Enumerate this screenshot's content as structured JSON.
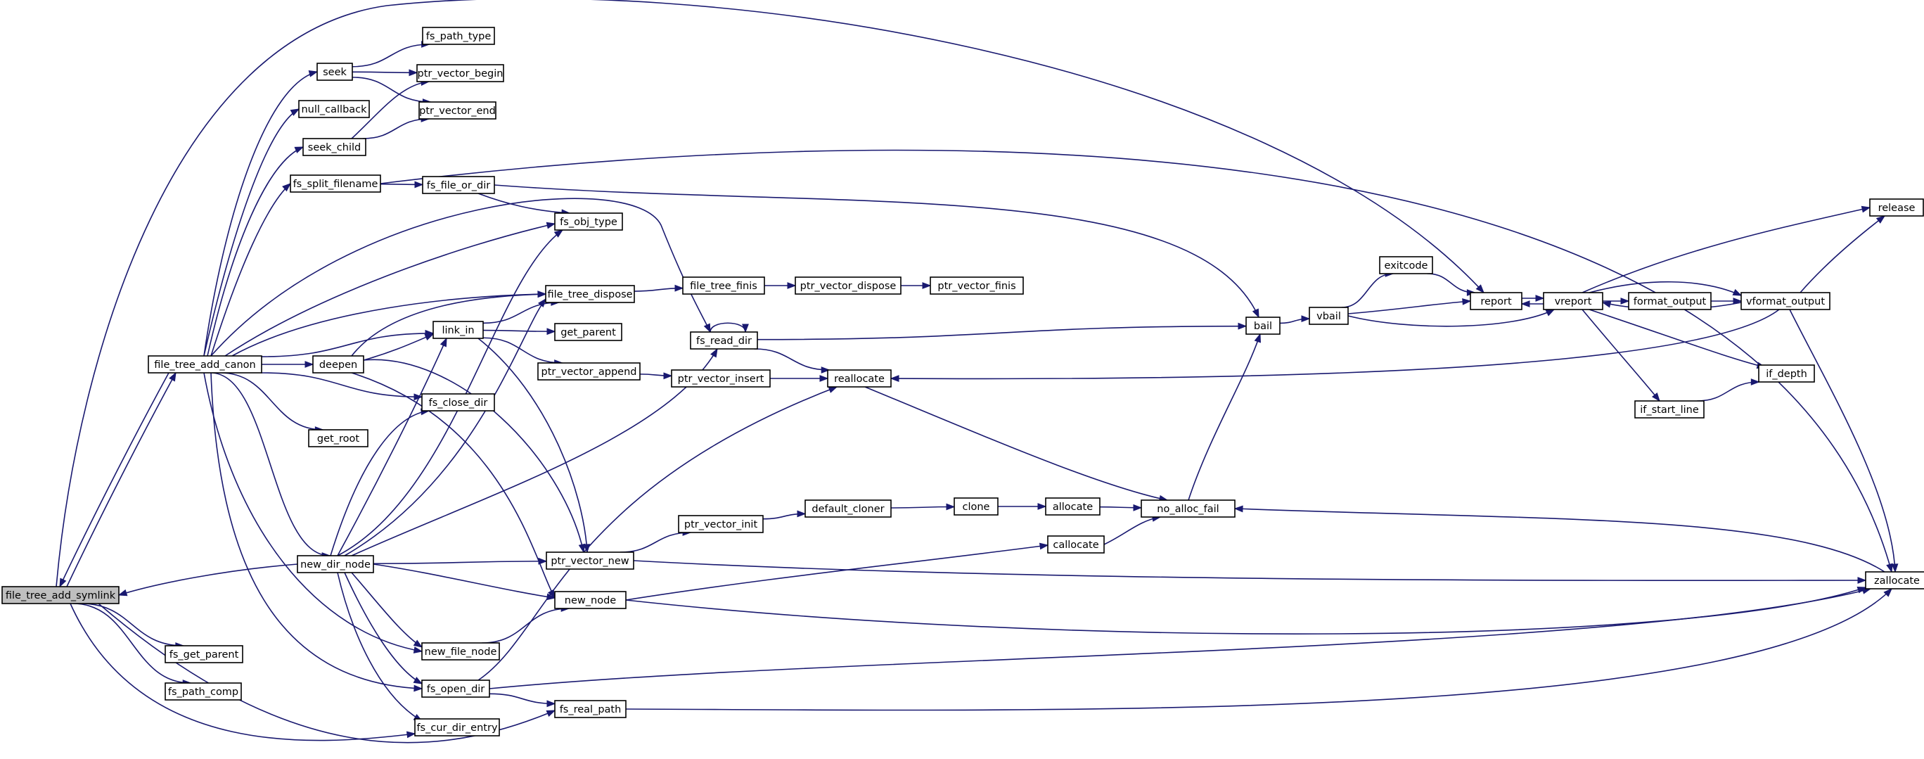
{
  "colors": {
    "edge": "#191970",
    "root_fill": "#bfbfbf",
    "node_fill": "#ffffff",
    "node_border": "#000000"
  },
  "root": "file_tree_add_symlink",
  "nodes": [
    {
      "id": "file_tree_add_symlink",
      "label": "file_tree_add_symlink"
    },
    {
      "id": "file_tree_add_canon",
      "label": "file_tree_add_canon"
    },
    {
      "id": "fs_get_parent",
      "label": "fs_get_parent"
    },
    {
      "id": "fs_path_comp",
      "label": "fs_path_comp"
    },
    {
      "id": "seek",
      "label": "seek"
    },
    {
      "id": "null_callback",
      "label": "null_callback"
    },
    {
      "id": "seek_child",
      "label": "seek_child"
    },
    {
      "id": "fs_split_filename",
      "label": "fs_split_filename"
    },
    {
      "id": "deepen",
      "label": "deepen"
    },
    {
      "id": "get_root",
      "label": "get_root"
    },
    {
      "id": "new_dir_node",
      "label": "new_dir_node"
    },
    {
      "id": "new_file_node",
      "label": "new_file_node"
    },
    {
      "id": "fs_open_dir",
      "label": "fs_open_dir"
    },
    {
      "id": "fs_cur_dir_entry",
      "label": "fs_cur_dir_entry"
    },
    {
      "id": "fs_path_type",
      "label": "fs_path_type"
    },
    {
      "id": "ptr_vector_begin",
      "label": "ptr_vector_begin"
    },
    {
      "id": "ptr_vector_end",
      "label": "ptr_vector_end"
    },
    {
      "id": "fs_file_or_dir",
      "label": "fs_file_or_dir"
    },
    {
      "id": "fs_obj_type",
      "label": "fs_obj_type"
    },
    {
      "id": "file_tree_dispose",
      "label": "file_tree_dispose"
    },
    {
      "id": "link_in",
      "label": "link_in"
    },
    {
      "id": "get_parent",
      "label": "get_parent"
    },
    {
      "id": "ptr_vector_append",
      "label": "ptr_vector_append"
    },
    {
      "id": "fs_close_dir",
      "label": "fs_close_dir"
    },
    {
      "id": "ptr_vector_new",
      "label": "ptr_vector_new"
    },
    {
      "id": "new_node",
      "label": "new_node"
    },
    {
      "id": "fs_real_path",
      "label": "fs_real_path"
    },
    {
      "id": "file_tree_finis",
      "label": "file_tree_finis"
    },
    {
      "id": "fs_read_dir",
      "label": "fs_read_dir"
    },
    {
      "id": "ptr_vector_insert",
      "label": "ptr_vector_insert"
    },
    {
      "id": "ptr_vector_init",
      "label": "ptr_vector_init"
    },
    {
      "id": "ptr_vector_dispose",
      "label": "ptr_vector_dispose"
    },
    {
      "id": "reallocate",
      "label": "reallocate"
    },
    {
      "id": "default_cloner",
      "label": "default_cloner"
    },
    {
      "id": "ptr_vector_finis",
      "label": "ptr_vector_finis"
    },
    {
      "id": "clone",
      "label": "clone"
    },
    {
      "id": "allocate",
      "label": "allocate"
    },
    {
      "id": "callocate",
      "label": "callocate"
    },
    {
      "id": "bail",
      "label": "bail"
    },
    {
      "id": "no_alloc_fail",
      "label": "no_alloc_fail"
    },
    {
      "id": "vbail",
      "label": "vbail"
    },
    {
      "id": "exitcode",
      "label": "exitcode"
    },
    {
      "id": "report",
      "label": "report"
    },
    {
      "id": "vreport",
      "label": "vreport"
    },
    {
      "id": "format_output",
      "label": "format_output"
    },
    {
      "id": "if_start_line",
      "label": "if_start_line"
    },
    {
      "id": "vformat_output",
      "label": "vformat_output"
    },
    {
      "id": "if_depth",
      "label": "if_depth"
    },
    {
      "id": "release",
      "label": "release"
    },
    {
      "id": "zallocate",
      "label": "zallocate"
    }
  ],
  "edges": [
    [
      "file_tree_add_symlink",
      "file_tree_add_canon"
    ],
    [
      "file_tree_add_canon",
      "file_tree_add_symlink"
    ],
    [
      "new_dir_node",
      "file_tree_add_symlink"
    ],
    [
      "file_tree_add_symlink",
      "report"
    ],
    [
      "file_tree_add_symlink",
      "fs_get_parent"
    ],
    [
      "file_tree_add_symlink",
      "fs_path_comp"
    ],
    [
      "file_tree_add_symlink",
      "fs_cur_dir_entry"
    ],
    [
      "file_tree_add_symlink",
      "fs_real_path"
    ],
    [
      "file_tree_add_canon",
      "seek"
    ],
    [
      "file_tree_add_canon",
      "null_callback"
    ],
    [
      "file_tree_add_canon",
      "seek_child"
    ],
    [
      "file_tree_add_canon",
      "fs_split_filename"
    ],
    [
      "file_tree_add_canon",
      "fs_obj_type"
    ],
    [
      "file_tree_add_canon",
      "file_tree_dispose"
    ],
    [
      "file_tree_add_canon",
      "link_in"
    ],
    [
      "file_tree_add_canon",
      "deepen"
    ],
    [
      "file_tree_add_canon",
      "get_root"
    ],
    [
      "file_tree_add_canon",
      "fs_close_dir"
    ],
    [
      "file_tree_add_canon",
      "new_dir_node"
    ],
    [
      "file_tree_add_canon",
      "new_file_node"
    ],
    [
      "file_tree_add_canon",
      "fs_open_dir"
    ],
    [
      "file_tree_add_canon",
      "fs_read_dir"
    ],
    [
      "seek",
      "fs_path_type"
    ],
    [
      "seek",
      "ptr_vector_begin"
    ],
    [
      "seek",
      "ptr_vector_end"
    ],
    [
      "seek_child",
      "ptr_vector_begin"
    ],
    [
      "seek_child",
      "ptr_vector_end"
    ],
    [
      "fs_split_filename",
      "fs_file_or_dir"
    ],
    [
      "fs_split_filename",
      "zallocate"
    ],
    [
      "fs_file_or_dir",
      "fs_obj_type"
    ],
    [
      "fs_file_or_dir",
      "bail"
    ],
    [
      "deepen",
      "link_in"
    ],
    [
      "deepen",
      "file_tree_dispose"
    ],
    [
      "deepen",
      "ptr_vector_new"
    ],
    [
      "deepen",
      "new_node"
    ],
    [
      "new_dir_node",
      "link_in"
    ],
    [
      "new_dir_node",
      "fs_obj_type"
    ],
    [
      "new_dir_node",
      "file_tree_dispose"
    ],
    [
      "new_dir_node",
      "fs_close_dir"
    ],
    [
      "new_dir_node",
      "ptr_vector_new"
    ],
    [
      "new_dir_node",
      "new_node"
    ],
    [
      "new_dir_node",
      "new_file_node"
    ],
    [
      "new_dir_node",
      "fs_open_dir"
    ],
    [
      "new_dir_node",
      "fs_cur_dir_entry"
    ],
    [
      "new_dir_node",
      "fs_read_dir"
    ],
    [
      "link_in",
      "get_parent"
    ],
    [
      "link_in",
      "ptr_vector_append"
    ],
    [
      "link_in",
      "file_tree_dispose"
    ],
    [
      "link_in",
      "ptr_vector_new"
    ],
    [
      "ptr_vector_append",
      "ptr_vector_insert"
    ],
    [
      "ptr_vector_insert",
      "reallocate"
    ],
    [
      "file_tree_dispose",
      "file_tree_finis"
    ],
    [
      "file_tree_finis",
      "ptr_vector_dispose"
    ],
    [
      "ptr_vector_dispose",
      "ptr_vector_finis"
    ],
    [
      "fs_read_dir",
      "fs_read_dir"
    ],
    [
      "fs_read_dir",
      "reallocate"
    ],
    [
      "fs_read_dir",
      "bail"
    ],
    [
      "new_file_node",
      "new_node"
    ],
    [
      "new_node",
      "callocate"
    ],
    [
      "new_node",
      "zallocate"
    ],
    [
      "ptr_vector_new",
      "ptr_vector_init"
    ],
    [
      "ptr_vector_new",
      "zallocate"
    ],
    [
      "ptr_vector_init",
      "default_cloner"
    ],
    [
      "default_cloner",
      "clone"
    ],
    [
      "clone",
      "allocate"
    ],
    [
      "allocate",
      "no_alloc_fail"
    ],
    [
      "callocate",
      "no_alloc_fail"
    ],
    [
      "reallocate",
      "no_alloc_fail"
    ],
    [
      "fs_open_dir",
      "reallocate"
    ],
    [
      "fs_open_dir",
      "fs_real_path"
    ],
    [
      "fs_open_dir",
      "zallocate"
    ],
    [
      "fs_real_path",
      "zallocate"
    ],
    [
      "no_alloc_fail",
      "bail"
    ],
    [
      "bail",
      "vbail"
    ],
    [
      "vbail",
      "exitcode"
    ],
    [
      "vbail",
      "report"
    ],
    [
      "vbail",
      "vreport"
    ],
    [
      "exitcode",
      "report"
    ],
    [
      "report",
      "vreport"
    ],
    [
      "vreport",
      "report"
    ],
    [
      "vreport",
      "release"
    ],
    [
      "vreport",
      "vformat_output"
    ],
    [
      "vreport",
      "format_output"
    ],
    [
      "vreport",
      "if_depth"
    ],
    [
      "vreport",
      "if_start_line"
    ],
    [
      "format_output",
      "vformat_output"
    ],
    [
      "vformat_output",
      "vreport"
    ],
    [
      "vformat_output",
      "release"
    ],
    [
      "vformat_output",
      "reallocate"
    ],
    [
      "vformat_output",
      "zallocate"
    ],
    [
      "if_start_line",
      "if_depth"
    ],
    [
      "zallocate",
      "no_alloc_fail"
    ]
  ]
}
